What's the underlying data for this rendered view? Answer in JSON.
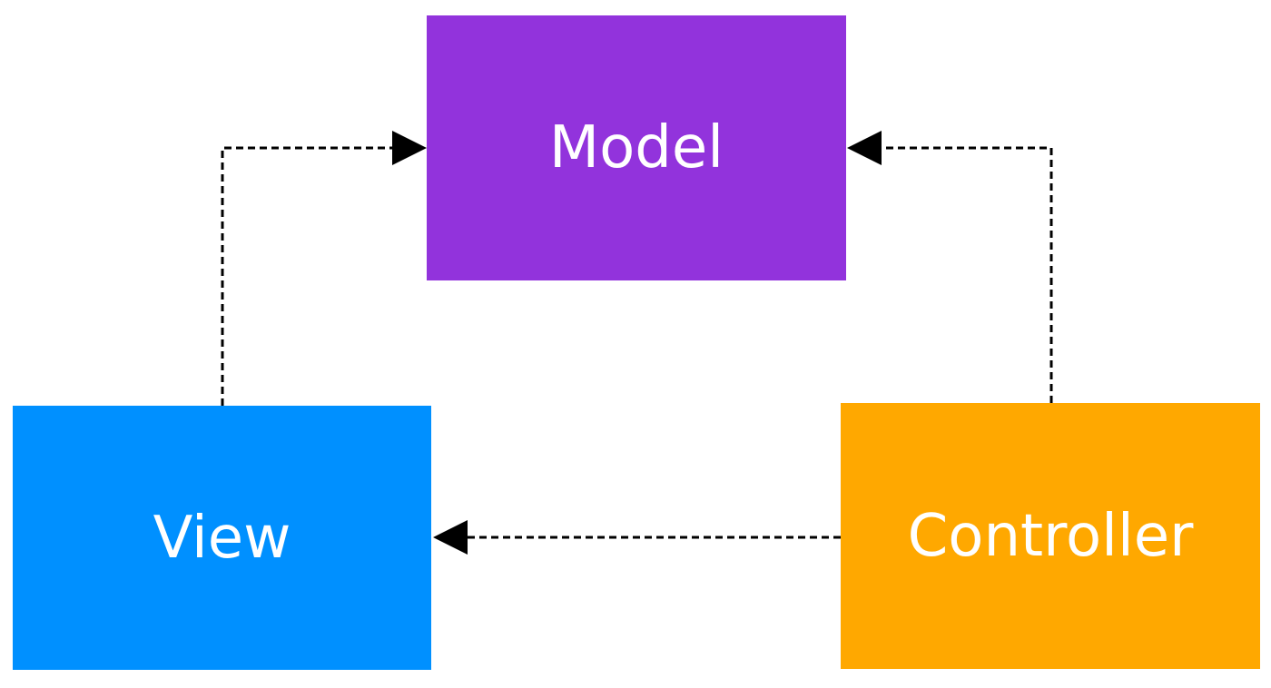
{
  "nodes": {
    "model": {
      "label": "Model",
      "color": "#9233DC"
    },
    "view": {
      "label": "View",
      "color": "#0090FF"
    },
    "controller": {
      "label": "Controller",
      "color": "#FFA800"
    }
  },
  "edges": [
    {
      "from": "view",
      "to": "model",
      "style": "dashed"
    },
    {
      "from": "controller",
      "to": "model",
      "style": "dashed"
    },
    {
      "from": "controller",
      "to": "view",
      "style": "dashed"
    }
  ],
  "arrow_color": "#000000"
}
